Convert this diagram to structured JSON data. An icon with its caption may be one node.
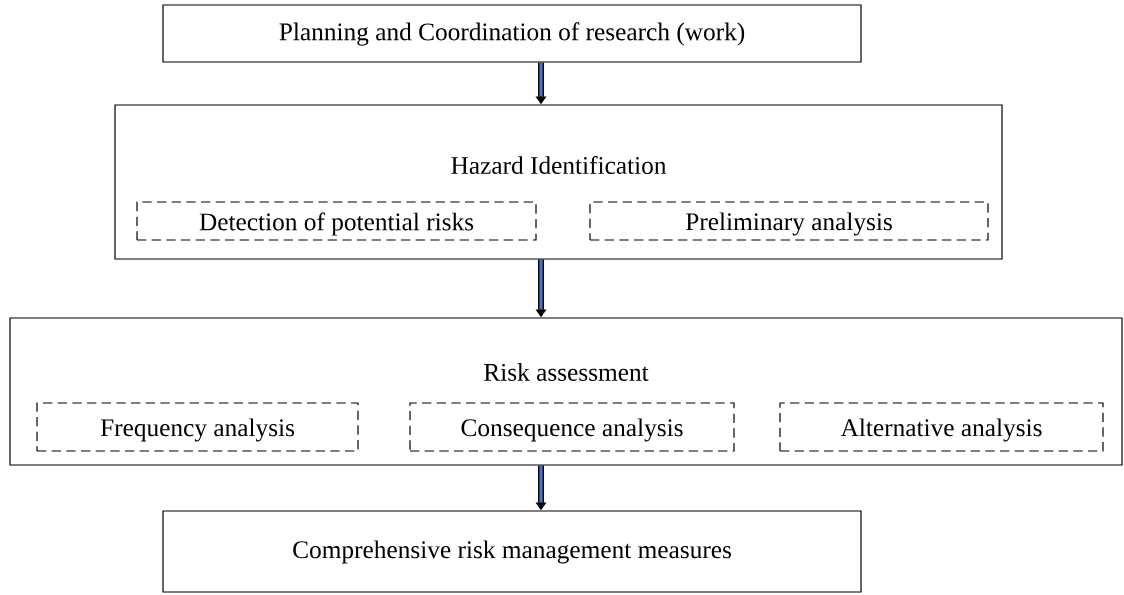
{
  "diagram": {
    "nodes": [
      {
        "text": [
          "Planning and Coordination of research (work)"
        ]
      },
      {
        "text": [
          "Hazard Identification"
        ]
      },
      {
        "text": [
          "Detection of potential risks"
        ],
        "in": 1
      },
      {
        "text": [
          "Preliminary analysis"
        ],
        "in": 1
      },
      {
        "text": [
          "Risk assessment"
        ]
      },
      {
        "text": [
          "Frequency analysis"
        ],
        "in": 4
      },
      {
        "text": [
          "Consequence analysis"
        ],
        "in": 4
      },
      {
        "text": [
          "Alternative analysis"
        ],
        "in": 4
      },
      {
        "text": [
          "Comprehensive risk management measures"
        ]
      }
    ],
    "edges": [
      {
        "from": 0,
        "to": 1,
        "arrow": "to"
      },
      {
        "from": 1,
        "to": 4,
        "arrow": "to"
      },
      {
        "from": 4,
        "to": 8,
        "arrow": "to"
      }
    ]
  }
}
